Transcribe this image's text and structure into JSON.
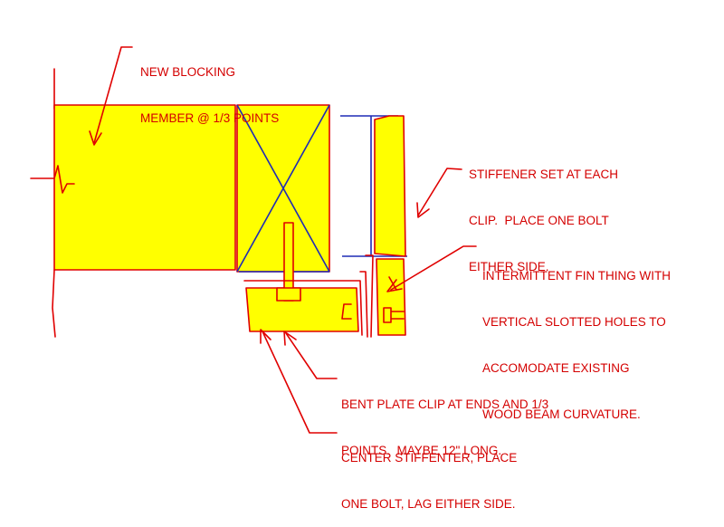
{
  "colors": {
    "fill": "#ffff00",
    "ink": "#e00000",
    "wood_lines": "#1f2bb5"
  },
  "notes": {
    "blocking": [
      "NEW BLOCKING",
      "MEMBER @ 1/3 POINTS"
    ],
    "stiffener": [
      "STIFFENER SET AT EACH",
      "CLIP.  PLACE ONE BOLT",
      "EITHER SIDE."
    ],
    "fin": [
      "INTERMITTENT FIN THING WITH",
      "VERTICAL SLOTTED HOLES TO",
      "ACCOMODATE EXISTING",
      "WOOD BEAM CURVATURE."
    ],
    "clip": [
      "BENT PLATE CLIP AT ENDS AND 1/3",
      "POINTS.  MAYBE 12\" LONG."
    ],
    "center": [
      "CENTER STIFFENTER, PLACE",
      "ONE BOLT, LAG EITHER SIDE."
    ]
  }
}
